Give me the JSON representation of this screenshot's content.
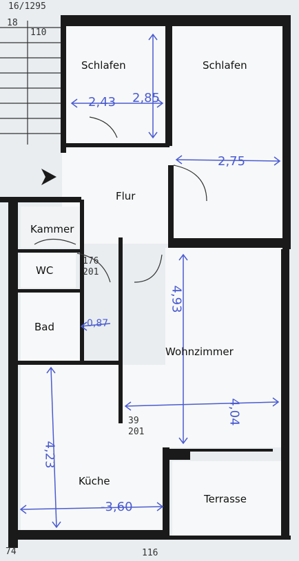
{
  "colors": {
    "wall": "#1a1a1a",
    "background": "#e9edf0",
    "room_fill": "#f7f8f9",
    "annotation": "#4a5bd0"
  },
  "rooms": {
    "schlafen_1": "Schlafen",
    "schlafen_2": "Schlafen",
    "flur": "Flur",
    "kammer": "Kammer",
    "wc": "WC",
    "bad": "Bad",
    "wohnzimmer": "Wohnzimmer",
    "kueche": "Küche",
    "terrasse": "Terrasse"
  },
  "dimensions": {
    "schlafen_1_width": "2,43",
    "schlafen_1_height": "2,85",
    "schlafen_2_width": "2,75",
    "wohnzimmer_height": "4,93",
    "bad_width": "0,87",
    "wohnzimmer_width": "4,04",
    "kueche_height": "4,23",
    "kueche_width": "-3,60"
  },
  "notes": {
    "top_left": "18",
    "top_left_2": "110",
    "top_code": "16/1295",
    "wc_note": "176",
    "wc_note_2": "201",
    "kitchen_door_note": "39",
    "kitchen_door_note_2": "201",
    "bottom_left": "74",
    "bottom_mid": "116"
  }
}
